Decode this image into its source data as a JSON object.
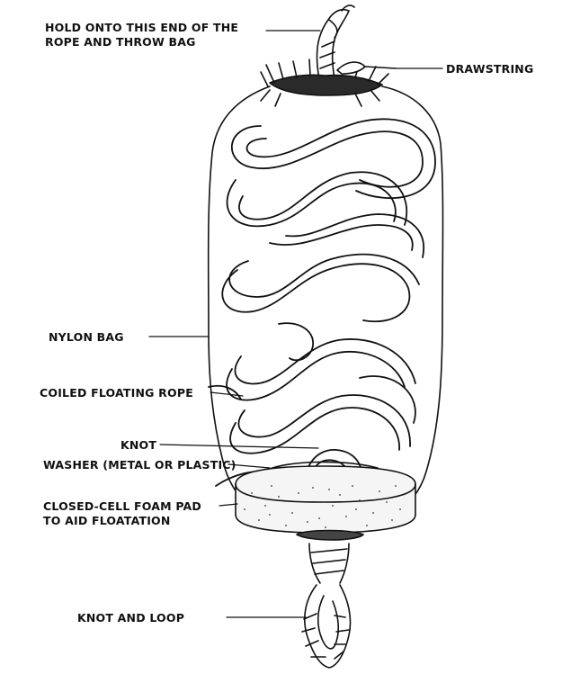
{
  "labels": {
    "hold_end": [
      "HOLD ONTO THIS END OF THE",
      "ROPE AND THROW BAG"
    ],
    "drawstring": "DRAWSTRING",
    "nylon_bag": "NYLON BAG",
    "coiled_rope": "COILED FLOATING ROPE",
    "knot": "KNOT",
    "washer": "WASHER (METAL OR PLASTIC)",
    "foam_pad": [
      "CLOSED-CELL FOAM PAD",
      "TO AID FLOATATION"
    ],
    "knot_loop": "KNOT AND LOOP"
  }
}
